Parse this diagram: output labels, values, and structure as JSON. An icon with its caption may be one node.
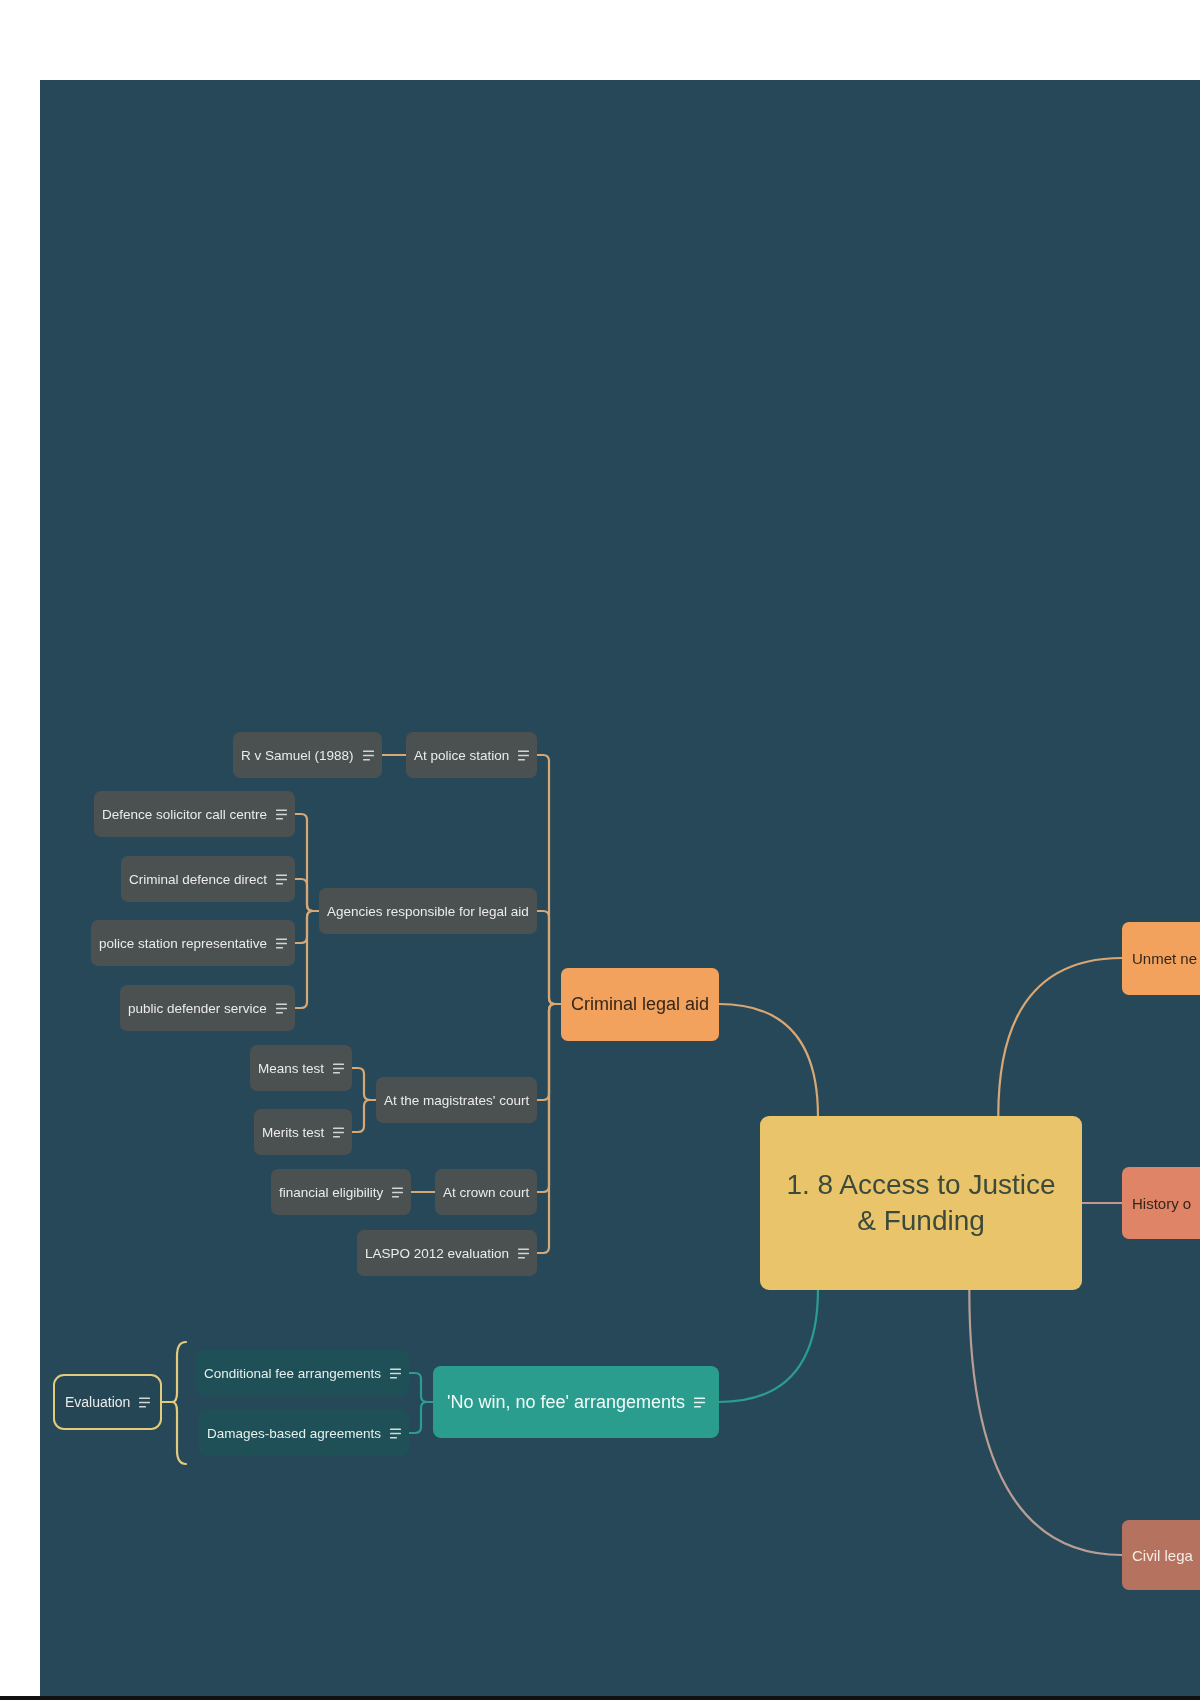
{
  "diagram": {
    "nodes": [
      {
        "text": [
          "1. 8 Access to Justice & Funding"
        ]
      },
      {
        "text": [
          "Criminal legal aid"
        ]
      },
      {
        "text": [
          "At police station"
        ]
      },
      {
        "text": [
          "R v Samuel (1988)"
        ]
      },
      {
        "text": [
          "Agencies responsible for legal aid"
        ]
      },
      {
        "text": [
          "Defence solicitor call centre"
        ]
      },
      {
        "text": [
          "Criminal defence direct"
        ]
      },
      {
        "text": [
          "police station representative"
        ]
      },
      {
        "text": [
          "public defender service"
        ]
      },
      {
        "text": [
          "At the magistrates' court"
        ]
      },
      {
        "text": [
          "Means test"
        ]
      },
      {
        "text": [
          "Merits test"
        ]
      },
      {
        "text": [
          "At crown court"
        ]
      },
      {
        "text": [
          "financial eligibility"
        ]
      },
      {
        "text": [
          "LASPO 2012 evaluation"
        ]
      },
      {
        "text": [
          "'No win, no fee' arrangements"
        ]
      },
      {
        "text": [
          "Conditional fee arrangements"
        ]
      },
      {
        "text": [
          "Damages-based agreements"
        ]
      },
      {
        "text": [
          "Evaluation"
        ]
      },
      {
        "text": [
          "Unmet ne"
        ]
      },
      {
        "text": [
          "History o"
        ]
      },
      {
        "text": [
          "Civil lega"
        ]
      }
    ],
    "edges": [
      {
        "from": 0,
        "to": 1,
        "arrow": "none"
      },
      {
        "from": 1,
        "to": 2,
        "arrow": "none"
      },
      {
        "from": 2,
        "to": 3,
        "arrow": "none"
      },
      {
        "from": 1,
        "to": 4,
        "arrow": "none"
      },
      {
        "from": 4,
        "to": 5,
        "arrow": "none"
      },
      {
        "from": 4,
        "to": 6,
        "arrow": "none"
      },
      {
        "from": 4,
        "to": 7,
        "arrow": "none"
      },
      {
        "from": 4,
        "to": 8,
        "arrow": "none"
      },
      {
        "from": 1,
        "to": 9,
        "arrow": "none"
      },
      {
        "from": 9,
        "to": 10,
        "arrow": "none"
      },
      {
        "from": 9,
        "to": 11,
        "arrow": "none"
      },
      {
        "from": 1,
        "to": 12,
        "arrow": "none"
      },
      {
        "from": 12,
        "to": 13,
        "arrow": "none"
      },
      {
        "from": 1,
        "to": 14,
        "arrow": "none"
      },
      {
        "from": 0,
        "to": 15,
        "arrow": "none",
        "color": "#2a9d8f"
      },
      {
        "from": 15,
        "to": 16,
        "arrow": "none",
        "color": "#2a9d8f"
      },
      {
        "from": 15,
        "to": 17,
        "arrow": "none",
        "color": "#2a9d8f"
      },
      {
        "from": 0,
        "to": 19,
        "arrow": "none"
      },
      {
        "from": 0,
        "to": 20,
        "arrow": "none",
        "color": "#c8968c"
      },
      {
        "from": 0,
        "to": 21,
        "arrow": "none",
        "color": "#b89e95"
      }
    ]
  }
}
